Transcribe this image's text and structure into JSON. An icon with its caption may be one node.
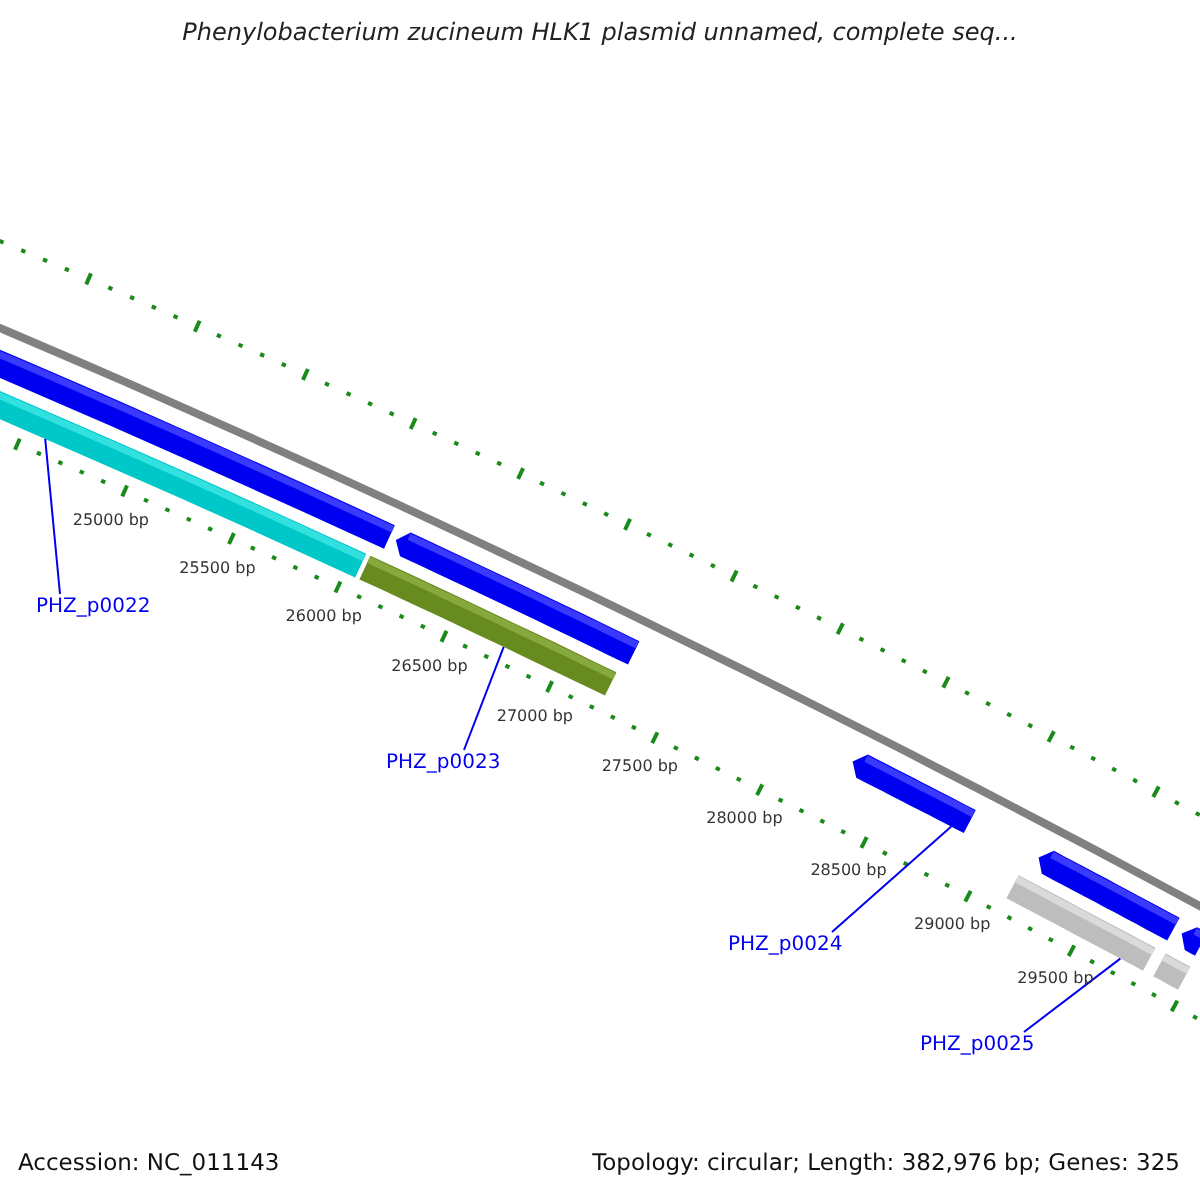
{
  "diagram": {
    "title": "Phenylobacterium zucineum HLK1 plasmid unnamed, complete seq...",
    "nodes": [
      {
        "text": [],
        "shape": "bar"
      },
      {
        "text": [],
        "shape": "bar"
      },
      {
        "text": [],
        "shape": "bar"
      },
      {
        "text": [],
        "shape": "bar"
      },
      {
        "text": [
          "PHZ_p0022"
        ]
      },
      {
        "text": [
          "PHZ_p0023"
        ]
      },
      {
        "text": [],
        "shape": "bar"
      },
      {
        "text": [],
        "shape": "bar"
      },
      {
        "text": [],
        "shape": "bar"
      },
      {
        "text": [],
        "shape": "bar"
      },
      {
        "text": [],
        "shape": "bar"
      },
      {
        "text": [
          "PHZ_p0024"
        ]
      },
      {
        "text": [
          "PHZ_p0025"
        ]
      }
    ],
    "edges": [
      {
        "from": 4,
        "to": 1,
        "arrow": "none"
      },
      {
        "from": 5,
        "to": 3,
        "arrow": "none"
      },
      {
        "from": 11,
        "to": 6,
        "arrow": "none"
      },
      {
        "from": 12,
        "to": 8,
        "arrow": "none"
      }
    ],
    "labels": [
      "25000 bp",
      "25500 bp",
      "26000 bp",
      "26500 bp",
      "27000 bp",
      "27500 bp",
      "28000 bp",
      "28500 bp",
      "29000 bp",
      "29500 bp",
      "Accession: NC_011143",
      "Topology: circular; Length: 382,976 bp; Genes: 325"
    ]
  }
}
